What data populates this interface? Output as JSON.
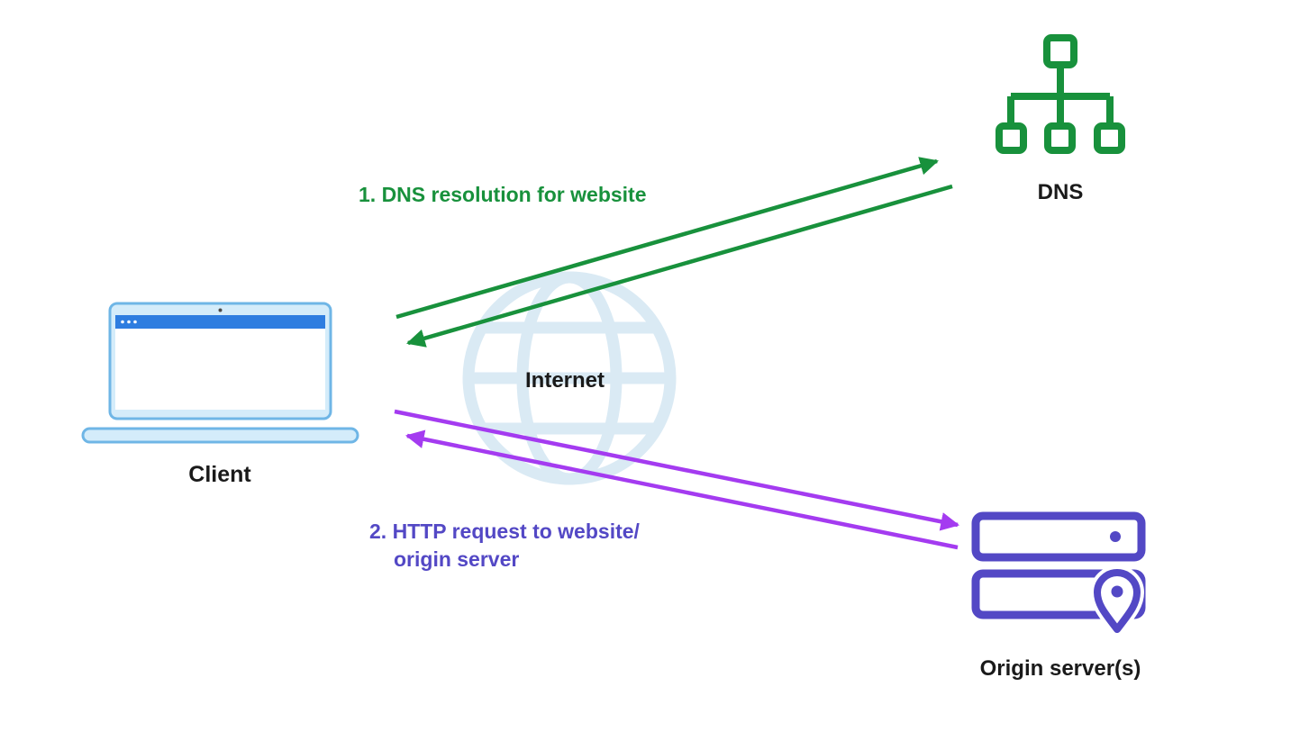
{
  "diagram": {
    "description": "Network flow diagram: client resolves DNS then sends HTTP request to origin server over the internet",
    "nodes": {
      "client": {
        "label": "Client"
      },
      "internet": {
        "label": "Internet"
      },
      "dns": {
        "label": "DNS"
      },
      "origin": {
        "label": "Origin server(s)"
      }
    },
    "steps": {
      "step1": {
        "label": "1. DNS resolution for website"
      },
      "step2": {
        "line1": "2. HTTP request to website/",
        "line2": "origin server"
      }
    },
    "colors": {
      "green": "#18913C",
      "purple_arrow": "#A43BF0",
      "indigo": "#5348C5",
      "laptop_border": "#6FB6E6",
      "laptop_fill": "#D4ECFA",
      "laptop_titlebar": "#2E7DE0",
      "globe": "#DAEAF4",
      "text": "#1A1A1A",
      "background": "#FFFFFF"
    }
  }
}
